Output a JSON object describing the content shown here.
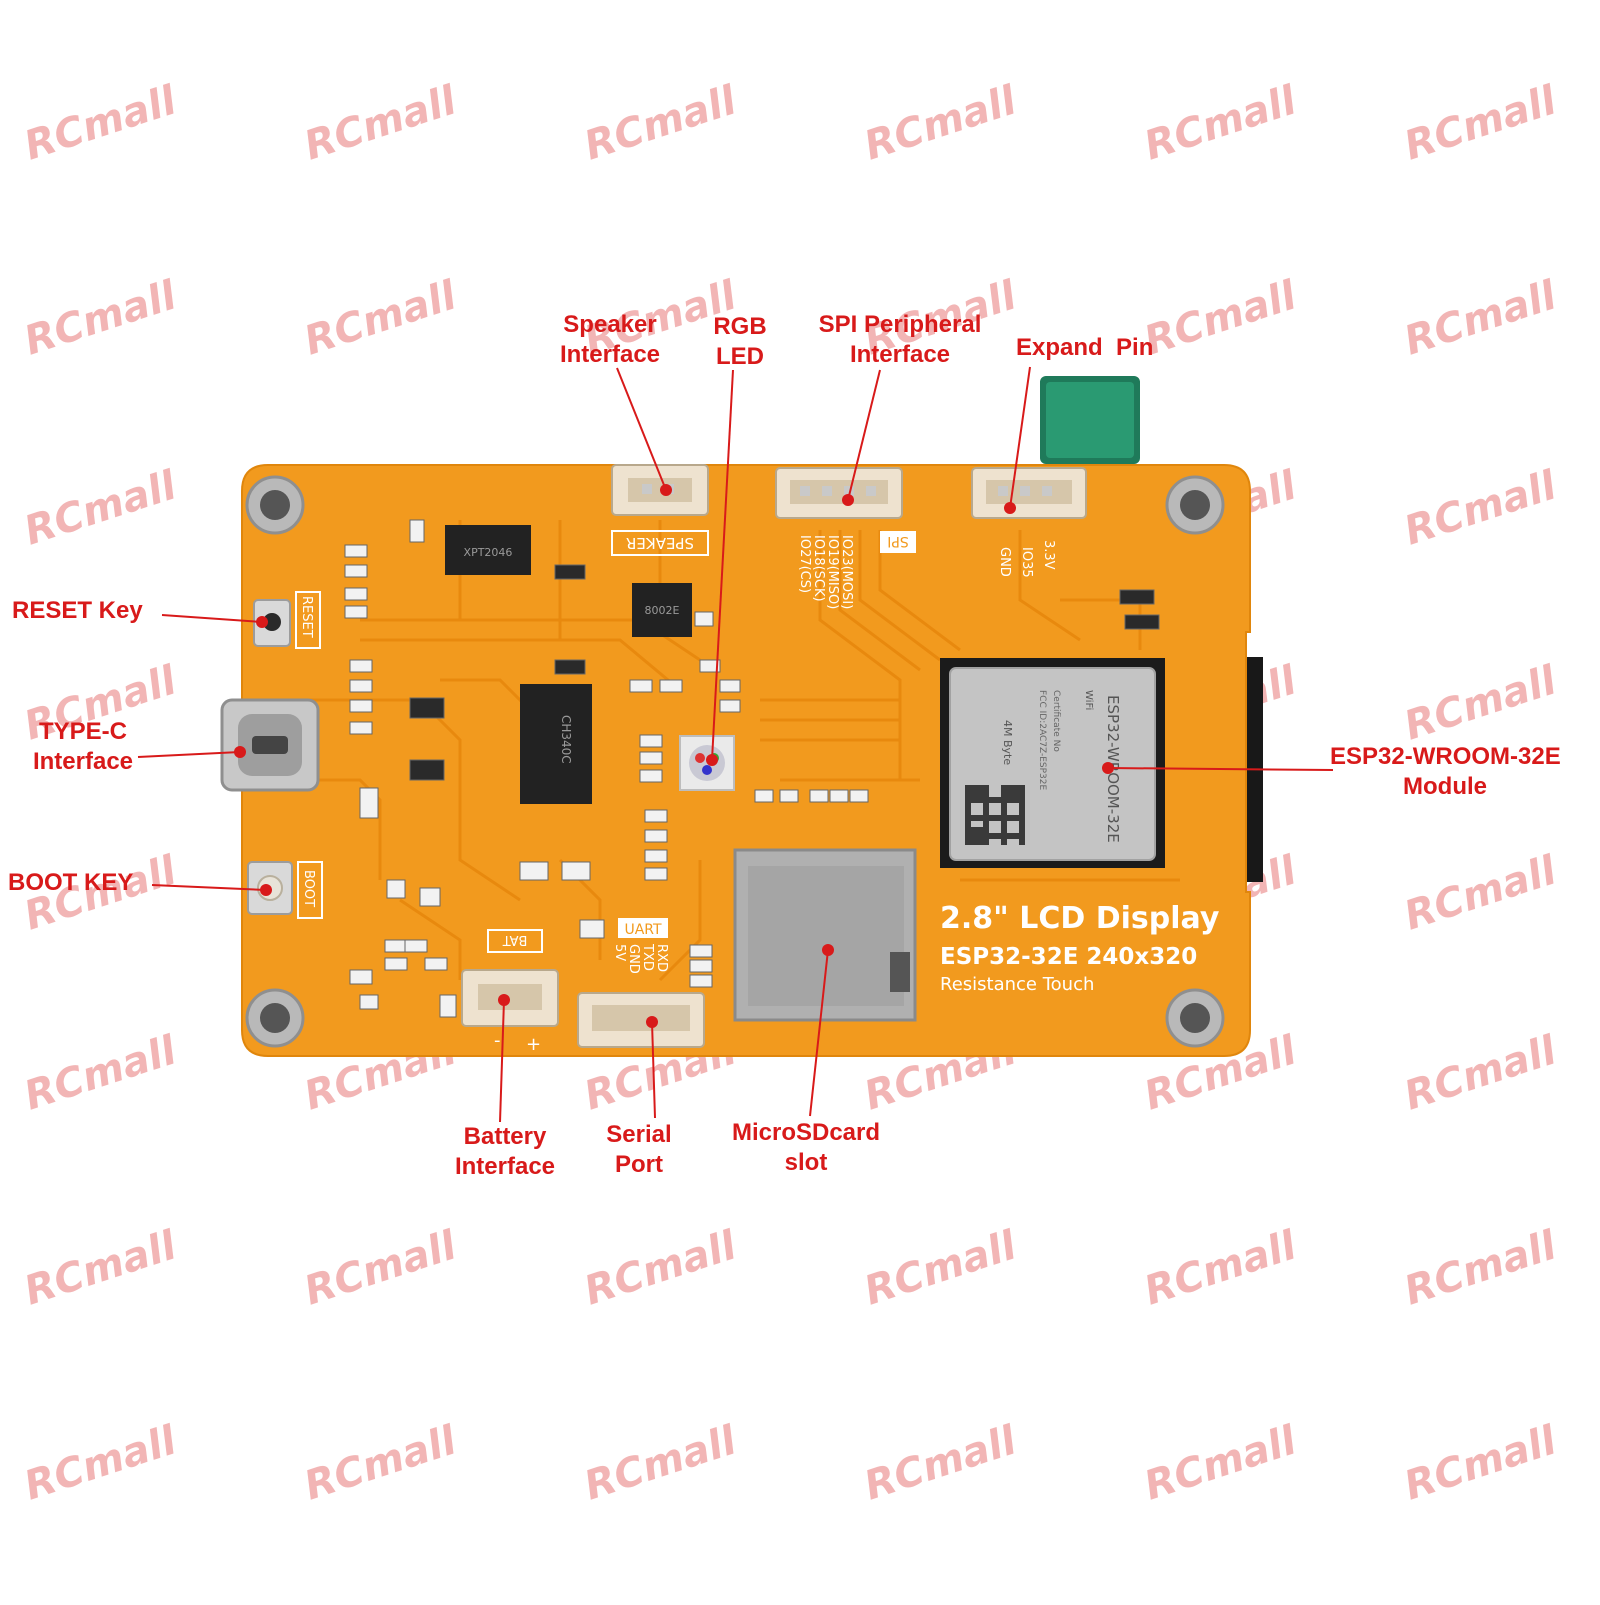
{
  "watermark": {
    "text": "RCmall",
    "color": "#f2b5b5"
  },
  "colors": {
    "label": "#d81a1a",
    "pcb": "#f29a1e",
    "trace": "#e58a0f",
    "silkscreen": "#ffffff"
  },
  "callouts": {
    "speaker": [
      "Speaker",
      "Interface"
    ],
    "rgb": [
      "RGB",
      "LED"
    ],
    "spi": [
      "SPI Peripheral",
      "Interface"
    ],
    "expand": "Expand  Pin",
    "reset": "RESET Key",
    "typec": [
      "TYPE-C",
      "Interface"
    ],
    "boot": "BOOT KEY",
    "esp32": [
      "ESP32-WROOM-32E",
      "Module"
    ],
    "battery": [
      "Battery",
      "Interface"
    ],
    "serial": [
      "Serial",
      "Port"
    ],
    "microsd": [
      "MicroSDcard",
      "slot"
    ]
  },
  "board": {
    "title": "2.8\" LCD Display",
    "subtitle": "ESP32-32E  240x320",
    "touch": "Resistance Touch",
    "silk": {
      "speaker": "SPEAKER",
      "spi": "SPI",
      "reset": "RESET",
      "boot": "BOOT",
      "bat": "BAT",
      "uart": "UART",
      "spi_pins": [
        "IO23(MOSI)",
        "IO19(MISO)",
        "IO18(SCK)",
        "IO27(CS)"
      ],
      "expand_pins": [
        "GND",
        "IO35",
        "3.3V"
      ],
      "uart_pins": [
        "RXD",
        "TXD",
        "GND",
        "5V"
      ],
      "bat_polarity": [
        "-",
        "+"
      ]
    },
    "module_text": {
      "wifi": "WiFi",
      "name": "ESP32-WROOM-32E",
      "flash": "4M Byte",
      "fcc": "FCC ID:2AC7Z-ESP32E",
      "cert": "Certificate No"
    },
    "chips": {
      "touch_ic": "XPT2046",
      "usb_uart": "CH340C",
      "amp": "8002E"
    }
  }
}
